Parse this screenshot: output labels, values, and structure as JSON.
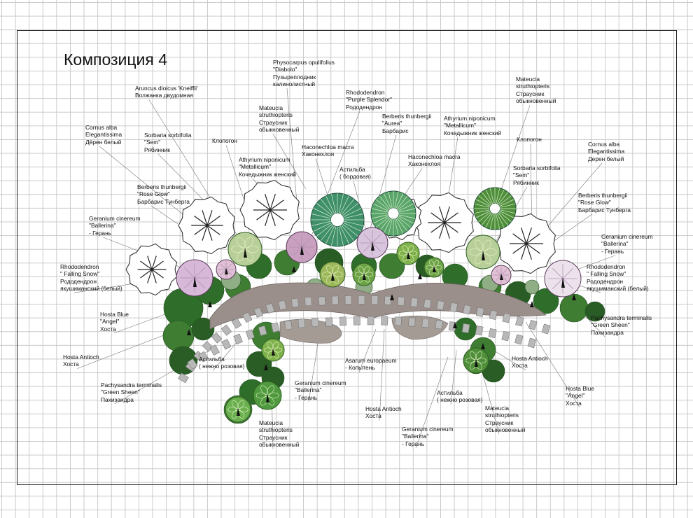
{
  "title": "Композиция 4",
  "labels": [
    {
      "id": "cornus-left",
      "lines": [
        "Cornus alba",
        "Elegantissima",
        "Дёрен белый"
      ]
    },
    {
      "id": "aruncus",
      "lines": [
        "Aruncus dioicus 'Kneiffii'",
        "Волжанка двудомная"
      ]
    },
    {
      "id": "physocarpus",
      "lines": [
        "Physocarpus opulifolius",
        "\"Diabolo\"",
        "Пузыреплодник",
        "калинолистный"
      ]
    },
    {
      "id": "sorbaria-left",
      "lines": [
        "Sorbaria sorbifolia",
        "\"Sem\"",
        "Рябинник"
      ]
    },
    {
      "id": "mateucia-top",
      "lines": [
        "Mateucia",
        "struthiopteris",
        "Страусник",
        "обыкновенный"
      ]
    },
    {
      "id": "klopogon-left",
      "lines": [
        "Клопогон"
      ]
    },
    {
      "id": "athyrium-left",
      "lines": [
        "Athyrium niponicum",
        "\"Metallicum\"",
        "Кочедыжник женский"
      ]
    },
    {
      "id": "rhododendron-purple",
      "lines": [
        "Rhododendron",
        "\"Purple Splendor\"",
        "Рододендрон"
      ]
    },
    {
      "id": "berberis-aurea",
      "lines": [
        "Berberis thunbergii",
        "\"Aurea\"",
        "Барбарис"
      ]
    },
    {
      "id": "athyrium-right",
      "lines": [
        "Athyrium niponicum",
        "\"Metallicum\"",
        "Кочедыжник женский"
      ]
    },
    {
      "id": "mateucia-right",
      "lines": [
        "Mateucia",
        "struthiopteris",
        "Страусник",
        "обыкновенный"
      ]
    },
    {
      "id": "klopogon-right",
      "lines": [
        "Клопогон"
      ]
    },
    {
      "id": "hakonechloa-left",
      "lines": [
        "Haconechloa macra",
        "Хаконехлоя"
      ]
    },
    {
      "id": "hakonechloa-right",
      "lines": [
        "Haconechloa macra",
        "Хаконехлоя"
      ]
    },
    {
      "id": "astilba-bordo",
      "lines": [
        "Астильба",
        "( бордовая)"
      ]
    },
    {
      "id": "cornus-right",
      "lines": [
        "Cornus alba",
        "Elegantissima",
        "Дерен белый"
      ]
    },
    {
      "id": "sorbaria-right",
      "lines": [
        "Sorbaria sorbifolia",
        "\"Sem\"",
        "Рябинник"
      ]
    },
    {
      "id": "berberis-rose-left",
      "lines": [
        "Berberis thunbergii",
        "\"Rose Glow\"",
        "Барбарис Тунберга"
      ]
    },
    {
      "id": "berberis-rose-right",
      "lines": [
        "Berberis thunbergii",
        "\"Rose Glow\"",
        "Барбарис Тунберга"
      ]
    },
    {
      "id": "geranium-left",
      "lines": [
        "Geranium cinereum",
        "\"Ballerina\"",
        "- Герань"
      ]
    },
    {
      "id": "geranium-right",
      "lines": [
        "Geranium cinereum",
        "\"Ballerina\"",
        "- Герань"
      ]
    },
    {
      "id": "rhododendron-snow-left",
      "lines": [
        "Rhododendron",
        "\" Falling Snow\"",
        "Рододендрон",
        "якушиманский (белый)"
      ]
    },
    {
      "id": "rhododendron-snow-right",
      "lines": [
        "Rhododendron",
        "\" Falling Snow\"",
        "Рододендрон",
        "якушиманский (белый)"
      ]
    },
    {
      "id": "hosta-blue-left",
      "lines": [
        "Hosta Blue",
        "\"Angel\"",
        "Хоста"
      ]
    },
    {
      "id": "pachysandra-right",
      "lines": [
        "Pachysandra terminalis",
        "\"Green Sheen\"",
        "Пахизандра"
      ]
    },
    {
      "id": "hosta-antioch-left",
      "lines": [
        "Hosta Antioch",
        "Хоста"
      ]
    },
    {
      "id": "astilba-pink-left",
      "lines": [
        "Астильба",
        "( нежно розовая)"
      ]
    },
    {
      "id": "asarum",
      "lines": [
        "Asarum europaeum",
        "- Копытень"
      ]
    },
    {
      "id": "hosta-antioch-right",
      "lines": [
        "Hosta Antioch",
        "Хоста"
      ]
    },
    {
      "id": "hosta-blue-right",
      "lines": [
        "Hosta Blue",
        "\"Angel\"",
        "Хоста"
      ]
    },
    {
      "id": "pachysandra-left",
      "lines": [
        "Pachysandra terminalis",
        "\"Green Sheen\"",
        "Пахизандра"
      ]
    },
    {
      "id": "geranium-mid",
      "lines": [
        "Geranium cinereum",
        "\"Ballerina\"",
        "- Герань"
      ]
    },
    {
      "id": "astilba-pink-right",
      "lines": [
        "Астильба",
        "( нежно розовая)"
      ]
    },
    {
      "id": "hosta-antioch-mid",
      "lines": [
        "Hosta Antioch",
        "Хоста"
      ]
    },
    {
      "id": "mateucia-bottom-right",
      "lines": [
        "Mateucia",
        "struthiopteris",
        "Страусник",
        "обыкновенный"
      ]
    },
    {
      "id": "geranium-bottom",
      "lines": [
        "Geranium cinereum",
        "\"Ballerina\"",
        "- Герань"
      ]
    },
    {
      "id": "mateucia-bottom-left",
      "lines": [
        "Mateucia",
        "struthiopteris",
        "Страусник",
        "обыкновенный"
      ]
    }
  ],
  "colors": {
    "grid": "#c9c9c9",
    "frame": "#222222",
    "foliage_dark": "#2f6e2a",
    "foliage_mid": "#5a9a3a",
    "foliage_light": "#9cc45a",
    "stone_path": "#9a8f8a",
    "paver": "#b8b8b8",
    "flower_pink": "#d8b8d8",
    "flower_white": "#ece2ec",
    "grass_ring": "#3e8f6a"
  }
}
